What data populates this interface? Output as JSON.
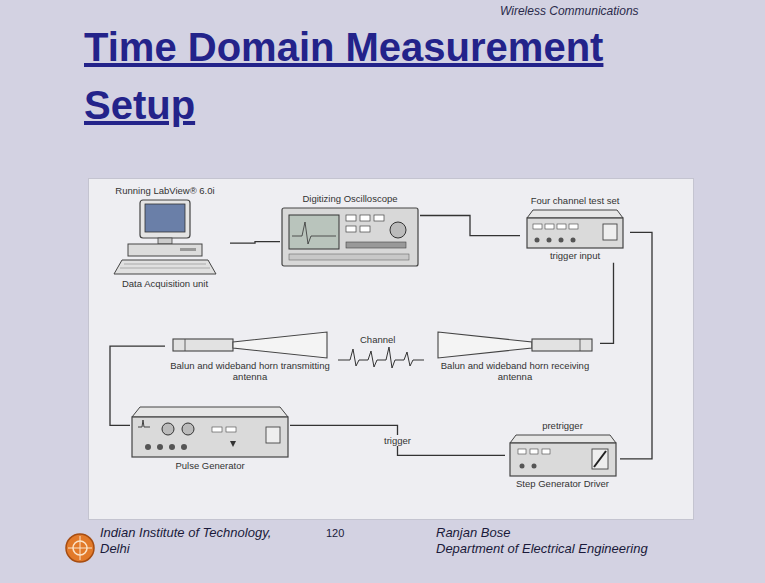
{
  "diagram": {
    "title": "Time Domain Measurement Setup",
    "nodes": [
      {
        "text": [
          "Running LabView® 6.0i",
          "Data Acquisition unit"
        ]
      },
      {
        "text": [
          "Digitizing Oscilloscope"
        ]
      },
      {
        "text": [
          "Four channel test set",
          "trigger input"
        ]
      },
      {
        "text": [
          "Balun and wideband horn transmitting antenna"
        ]
      },
      {
        "text": [
          "Balun and wideband horn receiving antenna"
        ]
      },
      {
        "text": [
          "Pulse Generator"
        ]
      },
      {
        "text": [
          "pretrigger",
          "Step Generator Driver"
        ]
      }
    ],
    "edges": [
      {
        "from": 0,
        "to": 1,
        "arrow": "none"
      },
      {
        "from": 1,
        "to": 2,
        "arrow": "none"
      },
      {
        "from": 2,
        "to": 4,
        "arrow": "none"
      },
      {
        "from": 5,
        "to": 3,
        "arrow": "none"
      },
      {
        "from": 5,
        "to": 6,
        "label": "trigger",
        "arrow": "none"
      },
      {
        "from": 6,
        "to": 2,
        "arrow": "none"
      }
    ],
    "labels": [
      "Wireless Communications",
      "Channel",
      "Indian Institute of Technology, Delhi",
      "120",
      "Ranjan Bose",
      "Department of Electrical Engineering"
    ]
  }
}
